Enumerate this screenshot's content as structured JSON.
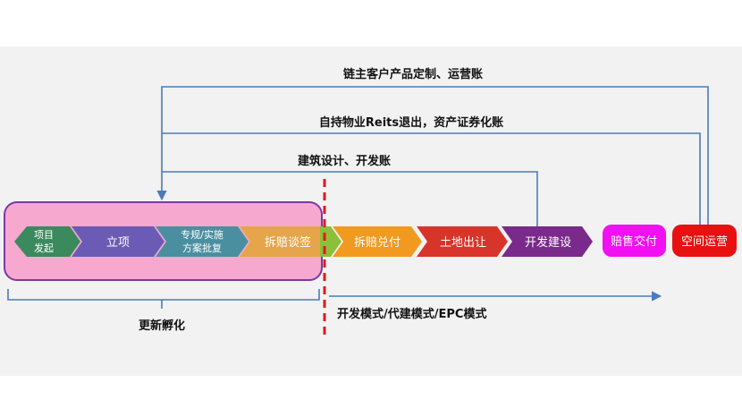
{
  "feedback_lines": {
    "top": "链主客户产品定制、运营账",
    "middle": "自持物业Reits退出，资产证券化账",
    "lower": "建筑设计、开发账"
  },
  "incubation": {
    "label": "更新孵化",
    "steps": [
      {
        "line1": "项目",
        "line2": "发起",
        "color": "#3b8a5e"
      },
      {
        "line1": "立项",
        "line2": "",
        "color": "#6b5bb5"
      },
      {
        "line1": "专规/实施",
        "line2": "方案批复",
        "color": "#4a8fa0"
      },
      {
        "line1": "拆赔谈签",
        "line2": "",
        "color": "#e6a54a"
      }
    ]
  },
  "development": {
    "mode_label": "开发模式/代建模式/EPC模式",
    "steps": [
      {
        "label": "拆赔兑付",
        "color": "#f29a1f"
      },
      {
        "label": "土地出让",
        "color": "#d8352a"
      },
      {
        "label": "开发建设",
        "color": "#7a2a8a"
      }
    ]
  },
  "endpoints": [
    {
      "label": "赔售交付",
      "color": "#f20ff2"
    },
    {
      "label": "空间运营",
      "color": "#e81010"
    }
  ],
  "colors": {
    "line": "#4a7bbd",
    "panel_bg": "#f2f2f2",
    "highlight_fill": "#f7a8cf",
    "highlight_stroke": "#7a3aa6",
    "divider": "#e01a1a",
    "connector_green": "#8cbf3a"
  }
}
